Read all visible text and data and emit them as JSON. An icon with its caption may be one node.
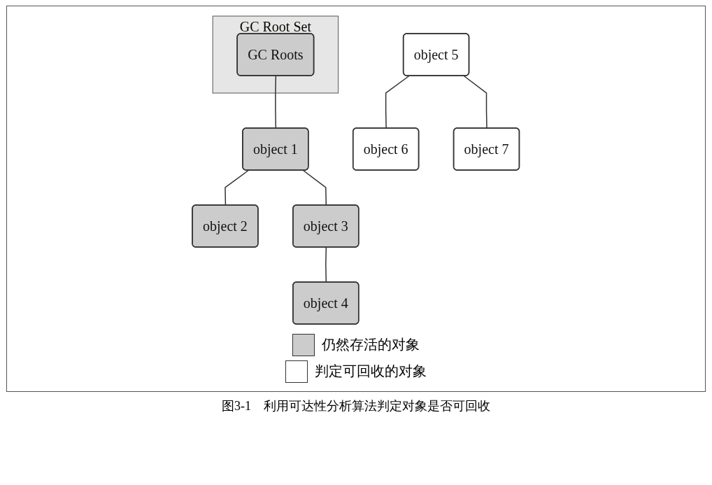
{
  "diagram": {
    "caption": "图3-1　利用可达性分析算法判定对象是否可回收",
    "nodes": [
      {
        "text": [
          "GC Root Set"
        ]
      },
      {
        "text": [
          "GC Roots"
        ],
        "in": 0
      },
      {
        "text": [
          "object 1"
        ]
      },
      {
        "text": [
          "object 2"
        ]
      },
      {
        "text": [
          "object 3"
        ]
      },
      {
        "text": [
          "object 4"
        ]
      },
      {
        "text": [
          "object 5"
        ]
      },
      {
        "text": [
          "object 6"
        ]
      },
      {
        "text": [
          "object 7"
        ]
      }
    ],
    "edges": [
      {
        "from": 1,
        "to": 2,
        "arrow": "none"
      },
      {
        "from": 2,
        "to": 3,
        "arrow": "none"
      },
      {
        "from": 2,
        "to": 4,
        "arrow": "none"
      },
      {
        "from": 4,
        "to": 5,
        "arrow": "none"
      },
      {
        "from": 6,
        "to": 7,
        "arrow": "none"
      },
      {
        "from": 6,
        "to": 8,
        "arrow": "none"
      }
    ],
    "legend": [
      {
        "text": "仍然存活的对象",
        "color": "#cccccc"
      },
      {
        "text": "判定可回收的对象",
        "color": "#ffffff"
      }
    ]
  }
}
